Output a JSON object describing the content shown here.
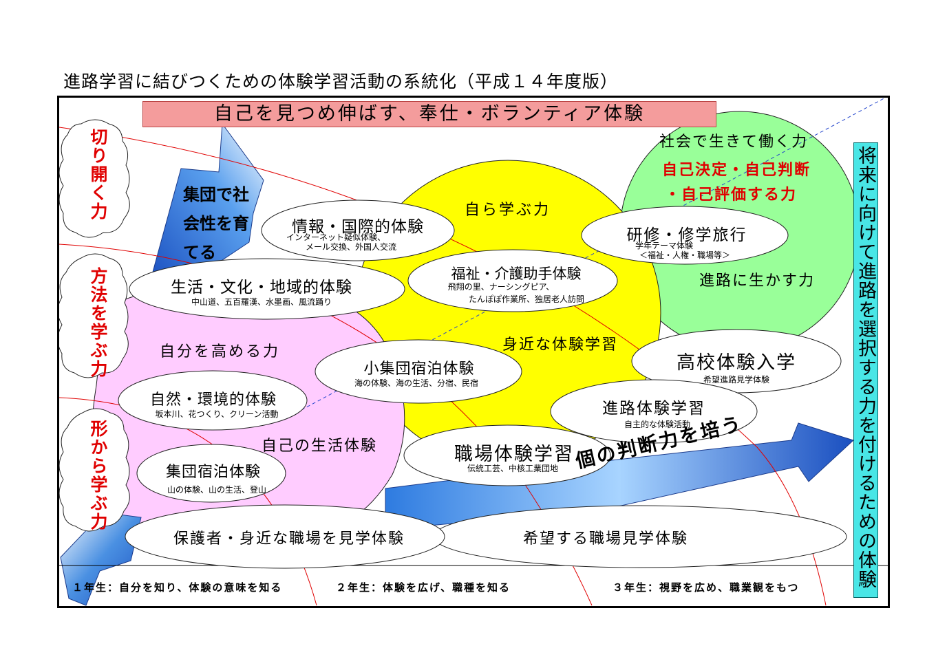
{
  "title": "進路学習に結びつくための体験学習活動の系統化（平成１４年度版）",
  "banner": "自己を見つめ伸ばす、奉仕・ボランティア体験",
  "right_vertical": "将来に向けて進路を選択する力を付けるための体験",
  "left_clouds": [
    "切り開く力",
    "方法を学ぶ力",
    "形から学ぶ力"
  ],
  "arrow_texts": {
    "group_social": "集団で社会性を育てる",
    "individual_judgement": "個の判断力を培う"
  },
  "regions": {
    "social_work": "社会で生きて働く力",
    "self_decide_1": "自己決定・自己判断",
    "self_decide_2": "・自己評価する力",
    "career_use": "進路に生かす力",
    "self_learn": "自ら学ぶ力",
    "familiar": "身近な体験学習",
    "self_improve": "自分を高める力",
    "self_life": "自己の生活体験",
    "wish_workplace": "希望する職場見学体験"
  },
  "ovals": [
    {
      "title": "情報・国際的体験",
      "sub1": "インターネット疑似体験、",
      "sub2": "メール交換、外国人交流"
    },
    {
      "title": "研修・修学旅行",
      "sub1": "学年テーマ体験",
      "sub2": "＜福祉・人権・職場等＞"
    },
    {
      "title": "生活・文化・地域的体験",
      "sub1": "中山道、五百羅漢、水墨画、風流踊り",
      "sub2": ""
    },
    {
      "title": "福祉・介護助手体験",
      "sub1": "飛翔の里、ナーシングピア、",
      "sub2": "たんぽぽ作業所、独居老人訪問"
    },
    {
      "title": "高校体験入学",
      "sub1": "希望進路見学体験",
      "sub2": ""
    },
    {
      "title": "小集団宿泊体験",
      "sub1": "海の体験、海の生活、分宿、民宿",
      "sub2": ""
    },
    {
      "title": "自然・環境的体験",
      "sub1": "坂本川、花つくり、クリーン活動",
      "sub2": ""
    },
    {
      "title": "進路体験学習",
      "sub1": "自主的な体験活動",
      "sub2": ""
    },
    {
      "title": "職場体験学習",
      "sub1": "伝統工芸、中核工業団地",
      "sub2": ""
    },
    {
      "title": "集団宿泊体験",
      "sub1": "山の体験、山の生活、登山",
      "sub2": ""
    },
    {
      "title": "保護者・身近な職場を見学体験",
      "sub1": "",
      "sub2": ""
    }
  ],
  "footer": [
    "１年生：自分を知り、体験の意味を知る",
    "２年生：体験を広げ、職種を知る",
    "３年生：視野を広め、職業観をもつ"
  ],
  "colors": {
    "yellow": "#ffff00",
    "green": "#99ff99",
    "pink": "#ffccff",
    "banner": "#f49c9c",
    "cyan": "#49e6e6",
    "red_text": "#e00000",
    "arrow_blue": "#1a5fd0"
  }
}
